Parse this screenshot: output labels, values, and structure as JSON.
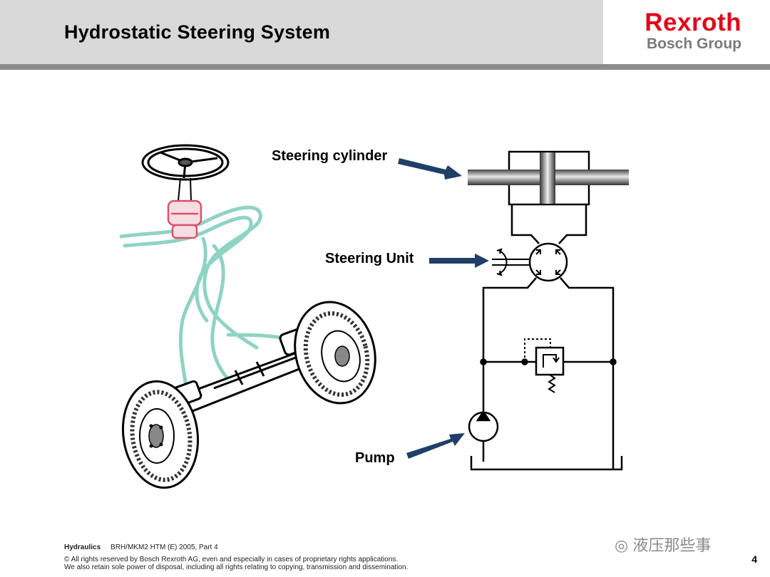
{
  "header": {
    "title": "Hydrostatic Steering System",
    "logo": {
      "brand": "Rexroth",
      "group": "Bosch Group",
      "brand_color": "#e2001a",
      "group_color": "#7a7a7a"
    }
  },
  "labels": {
    "steering_cylinder": "Steering cylinder",
    "steering_unit": "Steering Unit",
    "pump": "Pump"
  },
  "footer": {
    "department": "Hydraulics",
    "reference": "BRH/MKM2 HTM (E) 2005, Part 4",
    "copyright_line1": "© All rights reserved by Bosch Rexroth AG, even and especially in cases of proprietary rights applications.",
    "copyright_line2": "We also retain sole power of disposal, including all rights relating to copying, transmission and dissemination."
  },
  "page_number": "4",
  "watermark": "液压那些事",
  "colors": {
    "arrow": "#1f3f66",
    "hose": "#8fd3c4",
    "valve_highlight": "#d9536b"
  }
}
